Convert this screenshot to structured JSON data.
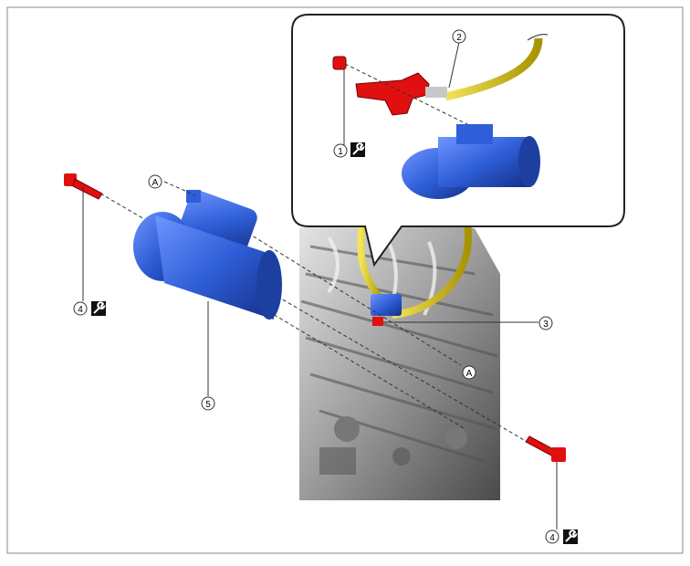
{
  "colors": {
    "frame": "#888888",
    "starter_blue": "#2f5fd8",
    "bolt_red": "#e01010",
    "cable_yellow": "#d9c400",
    "engine_gray": "#b8b8b8",
    "callout_line": "#333333"
  },
  "icons": [
    "torque-wrench-icon"
  ],
  "callouts": {
    "c1": "1",
    "c2": "2",
    "c3": "3",
    "c4a": "4",
    "c4b": "4",
    "c5": "5",
    "refA1": "A",
    "refA2": "A"
  }
}
